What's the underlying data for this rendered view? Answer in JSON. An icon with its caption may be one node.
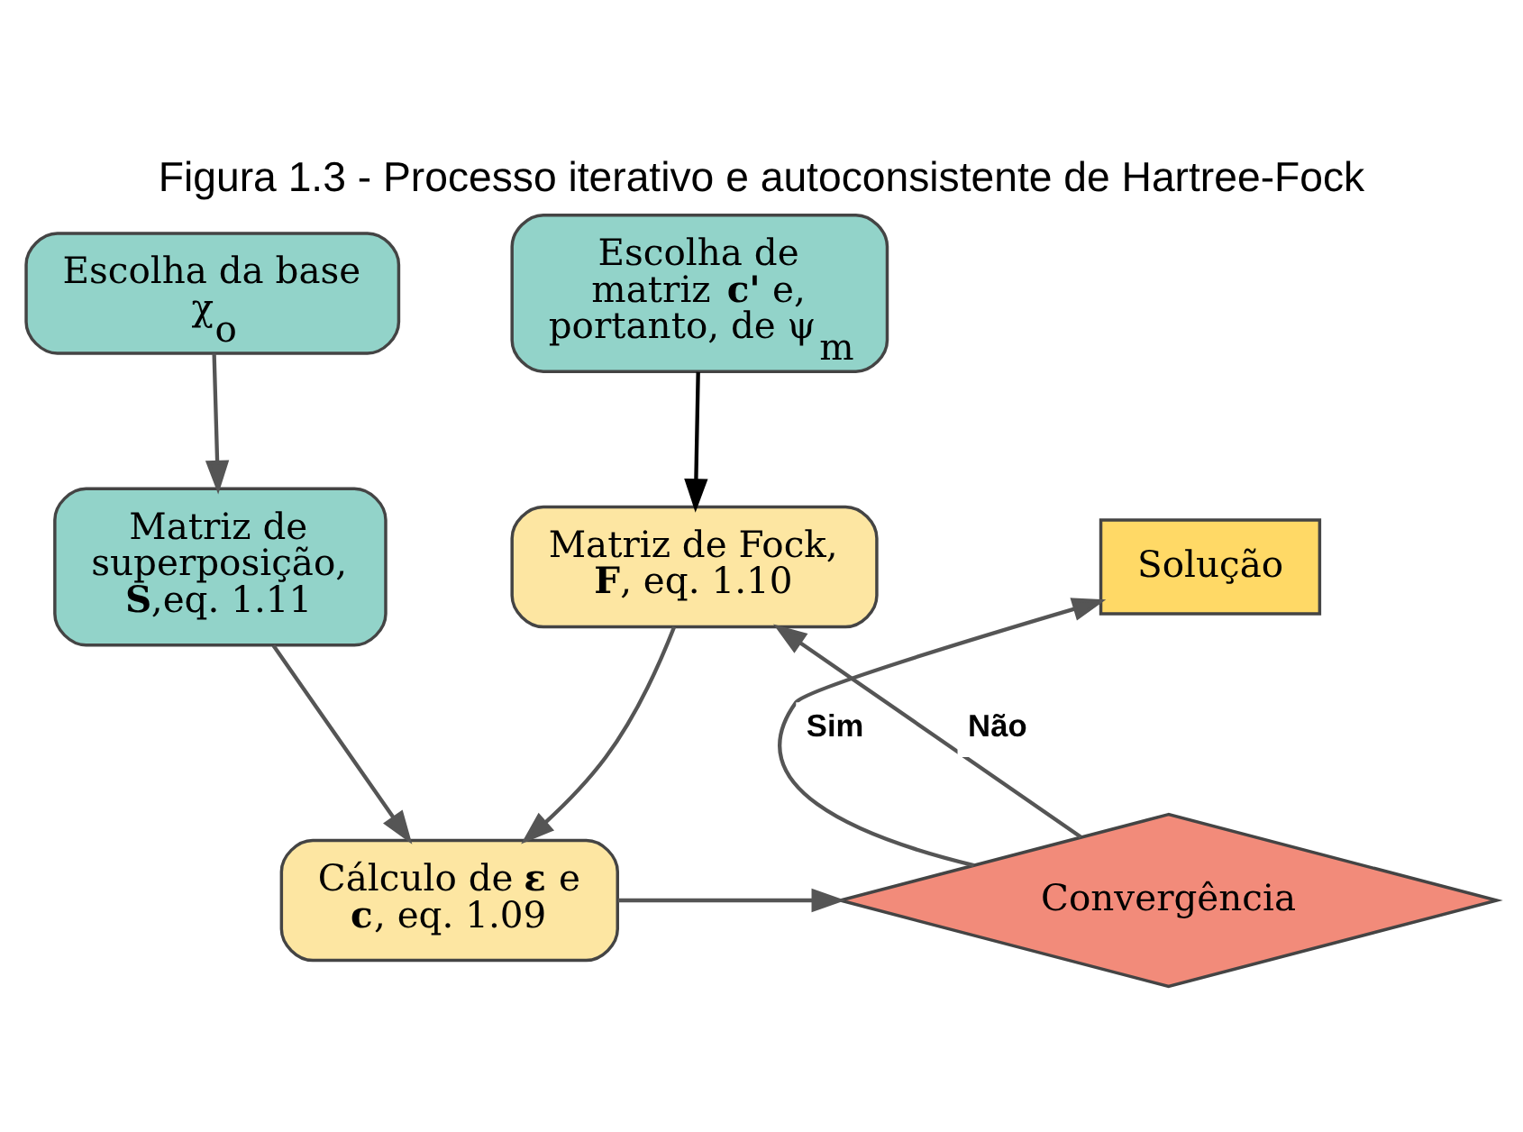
{
  "diagram": {
    "title": "Figura 1.3 - Processo iterativo e autoconsistente de Hartree-Fock",
    "nodes": [
      {
        "text": [
          "Escolha da base χ$_{o}$"
        ]
      },
      {
        "text": [
          "Matriz de superposição, **S**,eq. 1.11"
        ]
      },
      {
        "text": [
          "Escolha de matriz **c'** e, portanto, de ψ$_{m}$"
        ]
      },
      {
        "text": [
          "Matriz de Fock, **F**, eq. 1.10"
        ]
      },
      {
        "text": [
          "Solução"
        ]
      },
      {
        "text": [
          "Cálculo de **ε** e **c**, eq. 1.09"
        ]
      },
      {
        "text": [
          "Convergência"
        ]
      }
    ],
    "edges": [
      {
        "from": 0,
        "to": 1,
        "arrow": "to"
      },
      {
        "from": 2,
        "to": 3,
        "arrow": "to",
        "color": "#000000"
      },
      {
        "from": 1,
        "to": 5,
        "arrow": "to"
      },
      {
        "from": 3,
        "to": 5,
        "arrow": "to"
      },
      {
        "from": 5,
        "to": 6,
        "arrow": "to"
      },
      {
        "from": 6,
        "to": 3,
        "arrow": "to",
        "label": "Não"
      },
      {
        "from": 6,
        "to": 4,
        "arrow": "to",
        "label": "Sim"
      }
    ]
  }
}
